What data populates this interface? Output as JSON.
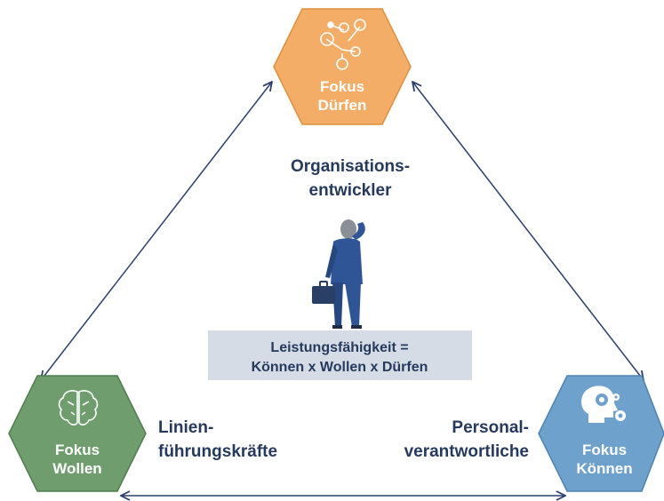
{
  "colors": {
    "arrow": "#2c3f6b",
    "hex_top_fill": "#f3ad66",
    "hex_top_stroke": "#e08f3e",
    "hex_left_fill": "#6f9d6d",
    "hex_left_stroke": "#4f7d4d",
    "hex_right_fill": "#6fa1cd",
    "hex_right_stroke": "#4d82b3",
    "role_text": "#263a5e",
    "formula_box": "#d5dce6",
    "person_suit": "#2f5597"
  },
  "nodes": {
    "top": {
      "line1": "Fokus",
      "line2": "Dürfen",
      "icon": "network-people-icon"
    },
    "left": {
      "line1": "Fokus",
      "line2": "Wollen",
      "icon": "brain-icon"
    },
    "right": {
      "line1": "Fokus",
      "line2": "Können",
      "icon": "head-gears-icon"
    }
  },
  "roles": {
    "top": {
      "line1": "Organisations-",
      "line2": "entwickler"
    },
    "left": {
      "line1": "Linien-",
      "line2": "führungskräfte"
    },
    "right": {
      "line1": "Personal-",
      "line2": "verantwortliche"
    }
  },
  "formula": {
    "line1": "Leistungsfähigkeit =",
    "line2": "Können x Wollen x Dürfen"
  },
  "center_figure": {
    "icon": "businessman-thinking-icon"
  }
}
